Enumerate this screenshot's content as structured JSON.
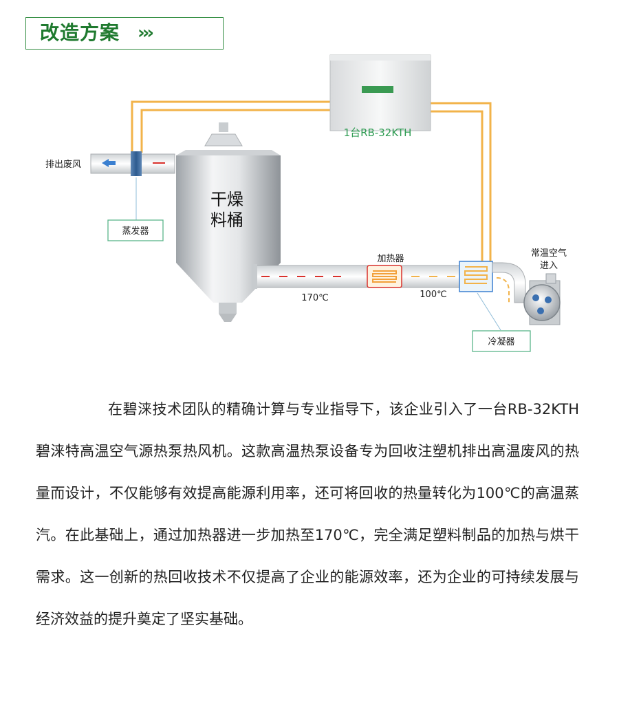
{
  "header": {
    "title": "改造方案",
    "chevrons": "›››"
  },
  "diagram": {
    "heat_pump_label": "1台RB-32KTH",
    "exhaust_label": "排出废风",
    "evaporator_label": "蒸发器",
    "dryer_label_line1": "干燥",
    "dryer_label_line2": "料桶",
    "heater_label": "加热器",
    "temp_170": "170℃",
    "temp_100": "100℃",
    "ambient_air_line1": "常温空气",
    "ambient_air_line2": "进入",
    "condenser_label": "冷凝器",
    "colors": {
      "pipe_orange": "#f2b34a",
      "green_label": "#2e9b52",
      "red_dash": "#d9302b",
      "arrow_blue": "#3a7fd0",
      "label_border": "#5ab58a"
    }
  },
  "body_text": "在碧涞技术团队的精确计算与专业指导下，该企业引入了一台RB-32KTH碧涞特高温空气源热泵热风机。这款高温热泵设备专为回收注塑机排出高温废风的热量而设计，不仅能够有效提高能源利用率，还可将回收的热量转化为100℃的高温蒸汽。在此基础上，通过加热器进一步加热至170℃，完全满足塑料制品的加热与烘干需求。这一创新的热回收技术不仅提高了企业的能源效率，还为企业的可持续发展与经济效益的提升奠定了坚实基础。"
}
